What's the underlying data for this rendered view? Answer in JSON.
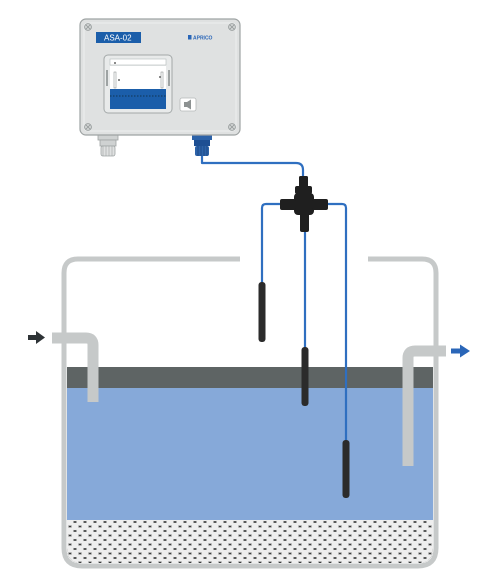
{
  "device": {
    "model_label": "ASA-02",
    "brand_label": "APRICO",
    "icons": {
      "alarm": "speaker-icon",
      "screw": "screw-icon"
    }
  },
  "colors": {
    "enclosure": "#dfe1e1",
    "enclosure_border": "#9ea3a3",
    "label_band": "#1b5eaa",
    "cable": "#2f6fc0",
    "connector": "#1f1f1f",
    "probe": "#2b2b2b",
    "tank_wall": "#c6c9c9",
    "water": "#86a9d9",
    "surface_layer": "#5e6464",
    "flow_arrow_in": "#2e3336",
    "flow_arrow_out": "#2a66b8",
    "sediment_bg": "#3a3c3c",
    "sediment_dot": "#eeeeee"
  },
  "probes": [
    {
      "id": "probe-upper"
    },
    {
      "id": "probe-middle"
    },
    {
      "id": "probe-lower"
    }
  ]
}
